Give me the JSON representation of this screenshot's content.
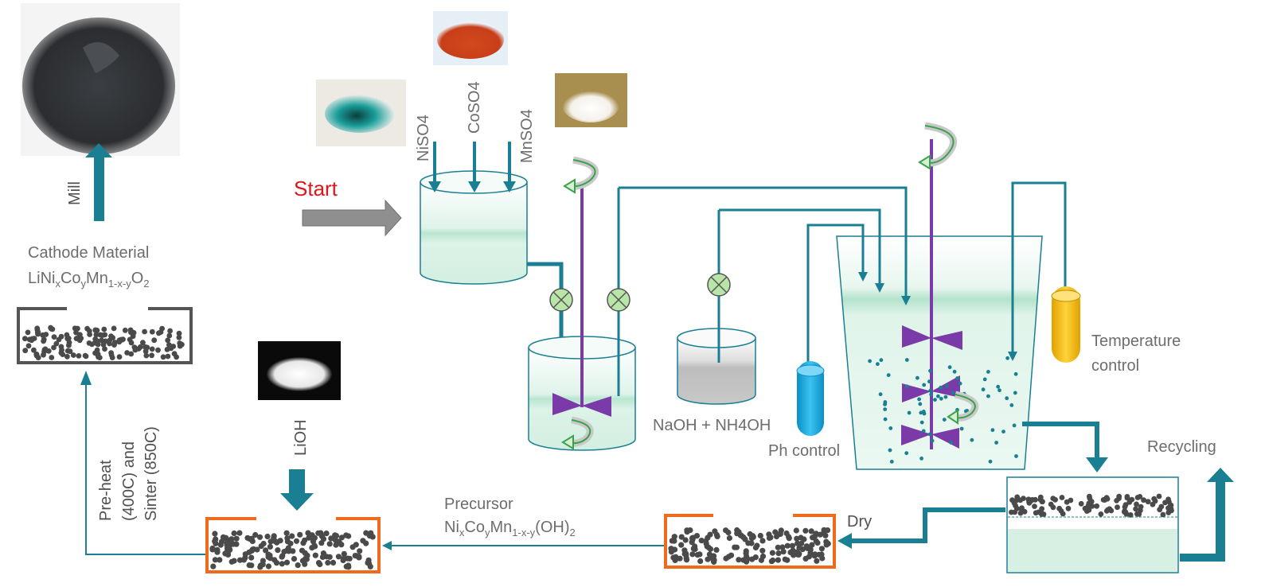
{
  "labels": {
    "start": "Start",
    "niso4": "NiSO4",
    "coso4": "CoSO4",
    "mnso4": "MnSO4",
    "mill": "Mill",
    "cathode_line1": "Cathode Material",
    "cathode_formula": {
      "li": "LiNi",
      "x": "x",
      "co": "Co",
      "y": "y",
      "mn": "Mn",
      "sub": "1-x-y",
      "o": "O",
      "o_sub": "2"
    },
    "naoh": "NaOH + NH4OH",
    "ph": "Ph control",
    "temp_line1": "Temperature",
    "temp_line2": "control",
    "recycling": "Recycling",
    "dry": "Dry",
    "precursor_line1": "Precursor",
    "precursor_formula": {
      "ni": "Ni",
      "x": "x",
      "co": "Co",
      "y": "y",
      "mn": "Mn",
      "sub": "1-x-y",
      "rest": "(OH)",
      "rest_sub": "2"
    },
    "lioh": "LiOH",
    "preheat_line1": "Pre-heat",
    "preheat_line2": "(400C) and",
    "preheat_line3": "Sinter (850C)"
  },
  "colors": {
    "flow": "#1a7f93",
    "start_text": "#e0141b",
    "start_arrow": "#8f8f8f",
    "impeller": "#7a3aa8",
    "rotation": "#3aa34a",
    "tray_orange": "#ef6a1a",
    "tray_dark": "#555555",
    "particle": "#4a4a4a",
    "liquid": "#d8f0e4",
    "valve": "#b9e6a8",
    "ph_probe": "#14a9e2",
    "temp_probe": "#f5b800"
  },
  "icons": {
    "valve": "valve-icon",
    "rotation": "rotation-arrow-icon",
    "impeller": "impeller-icon"
  }
}
